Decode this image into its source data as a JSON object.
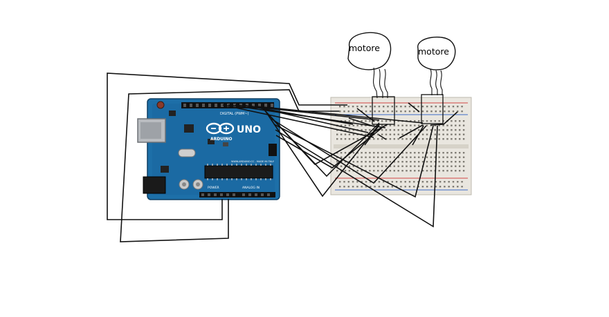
{
  "arduino": {
    "logo_text": "UNO",
    "brand_text": "ARDUINO",
    "digital_label": "DIGITAL (PWM~)",
    "power_label": "POWER",
    "analog_label": "ANALOG IN",
    "url_text": "WWW.ARDUINO.CC - MADE IN ITALY",
    "board_color": "#1d6fa8",
    "board_dark": "#13507c"
  },
  "motors": [
    {
      "label": "motore"
    },
    {
      "label": "motore"
    }
  ],
  "colors": {
    "wire": "#111111",
    "breadboard": "#e9e6df",
    "rail_red": "#d24545",
    "rail_blue": "#3b6bc7"
  }
}
